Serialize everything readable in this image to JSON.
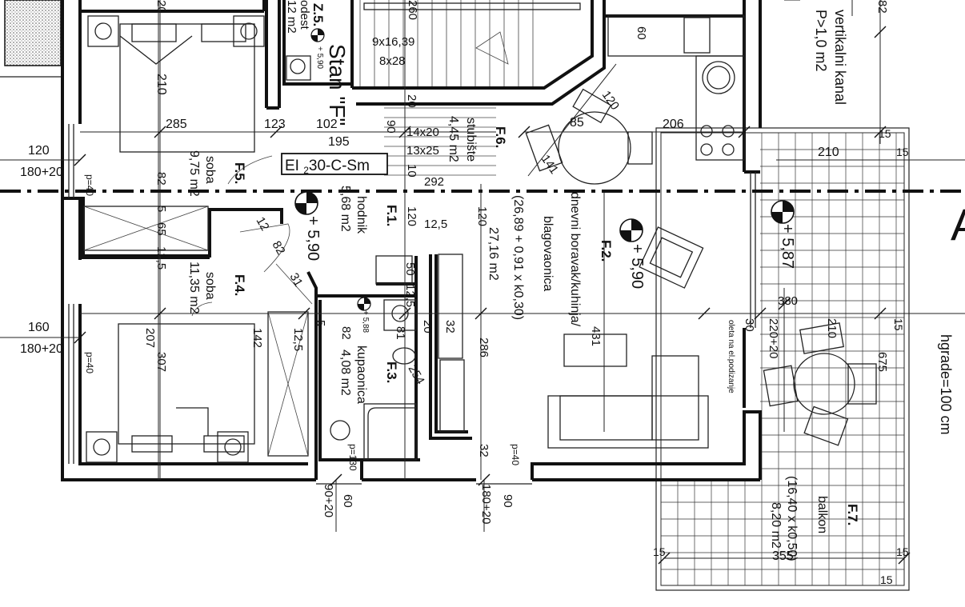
{
  "apartment": {
    "label": "Stan \"F\""
  },
  "rooms": {
    "f1": {
      "id": "F.1.",
      "name": "hodnik",
      "area": "5,68 m2"
    },
    "f2": {
      "id": "F.2.",
      "name": "dnevni boravak/kuhinja/",
      "name2": "blagovaonica",
      "area": "27,16 m2",
      "calc": "(26,89 + 0,91 x k0,30)"
    },
    "f3": {
      "id": "F.3.",
      "name": "kupaonica",
      "area": "4,08 m2"
    },
    "f4": {
      "id": "F.4.",
      "name": "soba",
      "area": "11,35 m2"
    },
    "f5": {
      "id": "F.5.",
      "name": "soba",
      "area": "9,75 m2"
    },
    "f6": {
      "id": "F.6.",
      "name": "stubište",
      "area": "4,45 m2"
    },
    "f7": {
      "id": "F.7.",
      "name": "balkon",
      "calc": "(16,40 x k0,50)",
      "area": "8,20 m2"
    },
    "z5": {
      "id": "Z.5.",
      "name": "odest",
      "area": "12 m2"
    }
  },
  "door_label": "EI230-C-Sm",
  "door_label_sub": "2",
  "vertical_channel": {
    "line1": "vertikalni kanal",
    "line2": "P>1,0 m2"
  },
  "railing_note": "hgrade=100 cm",
  "elevations": {
    "e1": "+ 5,90",
    "e2": "+ 5,90",
    "e3": "+ 5,87",
    "e4": "+ 5,88",
    "e5": "+ 5,90"
  },
  "stair_notes": {
    "n1": "9x16,39",
    "n2": "8x28",
    "n3": "14x20",
    "n4": "13x25"
  },
  "window_left_top": {
    "w": "120",
    "h": "180+20"
  },
  "window_left_bottom": {
    "w": "160",
    "h": "180+20"
  },
  "bottom_openings": {
    "b1": "90+20",
    "b2": "60",
    "b3": "180+20",
    "b4": "90"
  },
  "ac_note": "oleta na el.podizanje",
  "section_mark": "A",
  "dimensions": {
    "d210": "210",
    "d285": "285",
    "d102": "102",
    "d123": "123",
    "d195": "195",
    "d90": "90",
    "d82a": "82",
    "d5": "5",
    "d65": "65",
    "d125a": "12,5",
    "d120a": "120",
    "d10": "10",
    "d292": "292",
    "d20a": "20",
    "d20b": "20",
    "d260": "260",
    "d85": "85",
    "d120b": "120",
    "d141": "141",
    "d206": "206",
    "d60a": "60",
    "d210b": "210",
    "d15a": "15",
    "d15b": "15",
    "d120c": "120",
    "d125b": "12,5",
    "d50": "50",
    "d125c": "12,5",
    "d82b": "82",
    "d12": "12",
    "d31": "31",
    "d207": "207",
    "d142": "142",
    "d125d": "12,5",
    "d5b": "5",
    "d82c": "82",
    "d81": "81",
    "d20c": "20",
    "d32a": "32",
    "d431": "431",
    "d254": "254",
    "d286": "286",
    "d307": "307",
    "d380": "380",
    "d30": "30",
    "d22020": "220+20",
    "d210c": "210",
    "d15c": "15",
    "d675": "675",
    "d32b": "32",
    "dp40a": "p=40",
    "dp40b": "p=40",
    "dp40c": "p=40",
    "dp130": "p=130",
    "d355": "355",
    "d15d": "15",
    "d15e": "15",
    "d15f": "15",
    "d82top": "82"
  }
}
